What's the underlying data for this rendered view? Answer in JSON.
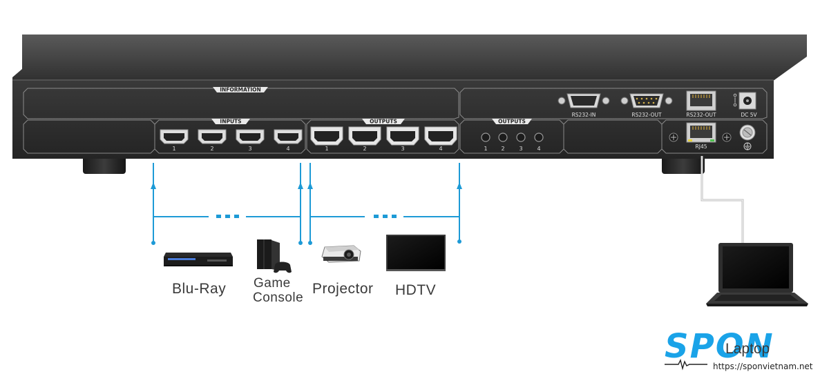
{
  "panel": {
    "information_label": "INFORMATION",
    "inputs_label": "INPUTS",
    "outputs_label": "OUTPUTS",
    "audio_outputs_label": "OUTPUTS",
    "input_ports": [
      "1",
      "2",
      "3",
      "4"
    ],
    "output_ports": [
      "1",
      "2",
      "3",
      "4"
    ],
    "audio_ports": [
      "1",
      "2",
      "3",
      "4"
    ],
    "rs232_in_label": "RS232-IN",
    "rs232_out_label": "RS232-OUT",
    "rs232_out_eth_label": "RS232-OUT",
    "rj45_label": "RJ45",
    "dc_label": "DC 5V"
  },
  "devices": {
    "bluray": "Blu-Ray",
    "console_line1": "Game",
    "console_line2": "Console",
    "projector": "Projector",
    "hdtv": "HDTV",
    "laptop": "Laptop"
  },
  "watermark": {
    "brand": "SPON",
    "url": "https://sponvietnam.net"
  },
  "colors": {
    "chassis": "#3b3b3b",
    "panel": "#2d2d2d",
    "signal_line": "#1d9ad6",
    "network_line": "#bdbdbd",
    "brand_blue": "#1aa3e8"
  }
}
